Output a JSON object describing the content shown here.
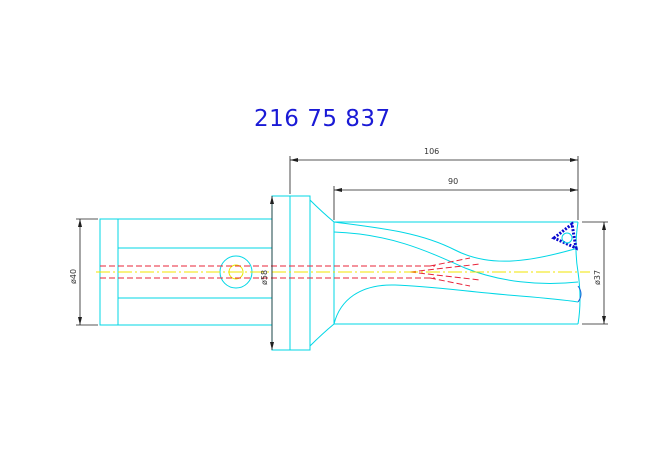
{
  "part_number": "216 75 837",
  "dimensions": {
    "overall_length": "106",
    "body_length": "90",
    "shank_diameter": "ø40",
    "flange_diameter": "ø58",
    "drill_diameter": "ø37"
  },
  "colors": {
    "outline": "#00d7e6",
    "dimension": "#1f1f1f",
    "coolant": "#e8243a",
    "centerline": "#f2e600",
    "insert": "#0a0ad0",
    "part_number": "#1a1ad6"
  }
}
